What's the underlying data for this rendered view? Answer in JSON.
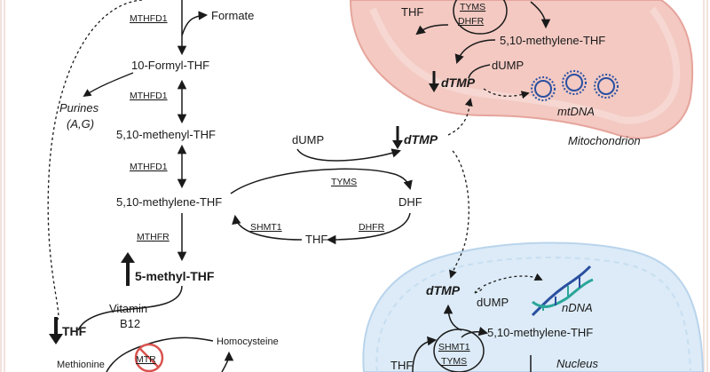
{
  "pathway": {
    "formate": "Formate",
    "mthfd1_a": "MTHFD1",
    "formyl_thf": "10-Formyl-THF",
    "purines_line1": "Purines",
    "purines_line2": "(A,G)",
    "mthfd1_b": "MTHFD1",
    "methenyl_thf": "5,10-methenyl-THF",
    "mthfd1_c": "MTHFD1",
    "methylene_thf": "5,10-methylene-THF",
    "mthfr": "MTHFR",
    "methyl_thf": "5-methyl-THF",
    "vitamin_line1": "Vitamin",
    "vitamin_line2": "B12",
    "thf_low": "THF",
    "homocysteine": "Homocysteine",
    "methionine": "Methionine",
    "mtr": "MTR"
  },
  "cytosol_cycle": {
    "dump": "dUMP",
    "dtmp": "dTMP",
    "tyms": "TYMS",
    "dhf": "DHF",
    "shmt1": "SHMT1",
    "dhfr": "DHFR",
    "thf": "THF"
  },
  "mitochondrion": {
    "thf": "THF",
    "tyms": "TYMS",
    "dhfr": "DHFR",
    "methylene_thf": "5,10-methylene-THF",
    "dump": "dUMP",
    "dtmp": "dTMP",
    "mtdna": "mtDNA",
    "label": "Mitochondrion"
  },
  "nucleus": {
    "dtmp": "dTMP",
    "dump": "dUMP",
    "ndna": "nDNA",
    "shmt1": "SHMT1",
    "tyms": "TYMS",
    "methylene_thf": "5,10-methylene-THF",
    "thf": "THF",
    "label": "Nucleus"
  },
  "colors": {
    "mito_fill": "#f3c9c2",
    "mito_stroke": "#e6a49b",
    "nucleus_fill": "#dcebf7",
    "nucleus_stroke": "#b9d4ec",
    "dna_blue": "#2a4fa0",
    "dna_teal": "#2aa59a",
    "inhibit_red": "#d9534f"
  }
}
